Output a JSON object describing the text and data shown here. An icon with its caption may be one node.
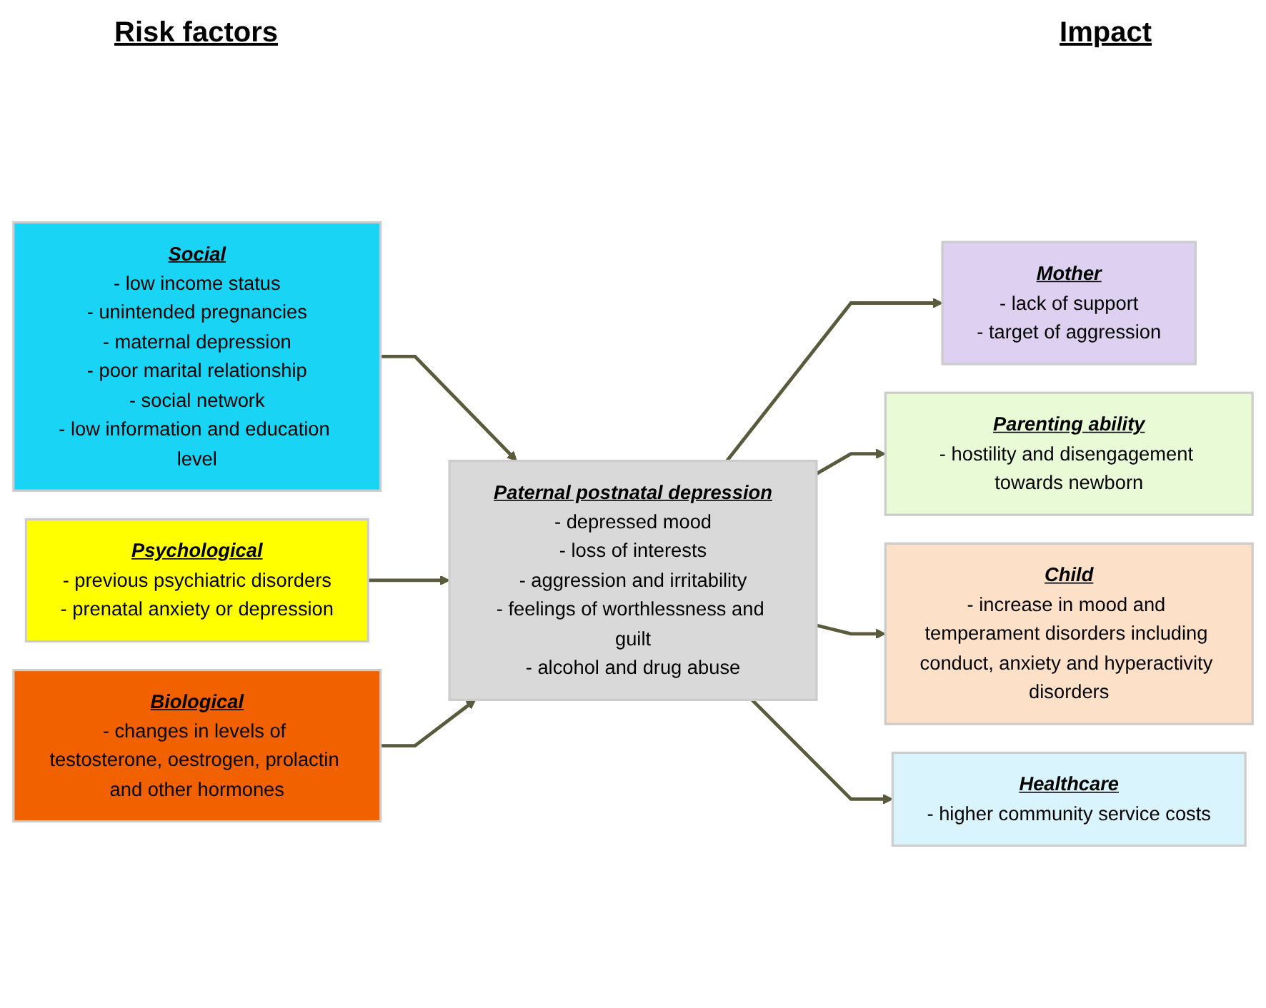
{
  "diagram": {
    "nodes": [
      {
        "text": [
          "Social",
          "- low income status",
          "- unintended pregnancies",
          "- maternal depression",
          "- poor marital relationship",
          "- social network",
          "- low information and education level"
        ]
      },
      {
        "text": [
          "Psychological",
          "- previous psychiatric disorders",
          "- prenatal anxiety or depression"
        ]
      },
      {
        "text": [
          "Biological",
          "- changes in levels of testosterone, oestrogen, prolactin and other hormones"
        ]
      },
      {
        "text": [
          "Paternal postnatal depression",
          "- depressed mood",
          "- loss of interests",
          "- aggression and irritability",
          "- feelings of worthlessness and guilt",
          "- alcohol and drug abuse"
        ]
      },
      {
        "text": [
          "Mother",
          "- lack of support",
          "- target of aggression"
        ]
      },
      {
        "text": [
          "Parenting ability",
          "- hostility and disengagement towards newborn"
        ]
      },
      {
        "text": [
          "Child",
          "- increase in mood and temperament disorders including conduct, anxiety and hyperactivity disorders"
        ]
      },
      {
        "text": [
          "Healthcare",
          "- higher community service costs"
        ]
      }
    ],
    "edges": [
      {
        "from": 0,
        "to": 3,
        "arrow": "to"
      },
      {
        "from": 1,
        "to": 3,
        "arrow": "to"
      },
      {
        "from": 2,
        "to": 3,
        "arrow": "to"
      },
      {
        "from": 3,
        "to": 4,
        "arrow": "to"
      },
      {
        "from": 3,
        "to": 5,
        "arrow": "to"
      },
      {
        "from": 3,
        "to": 6,
        "arrow": "to"
      },
      {
        "from": 3,
        "to": 7,
        "arrow": "to"
      }
    ],
    "labels": [
      "Risk factors",
      "Impact"
    ]
  }
}
